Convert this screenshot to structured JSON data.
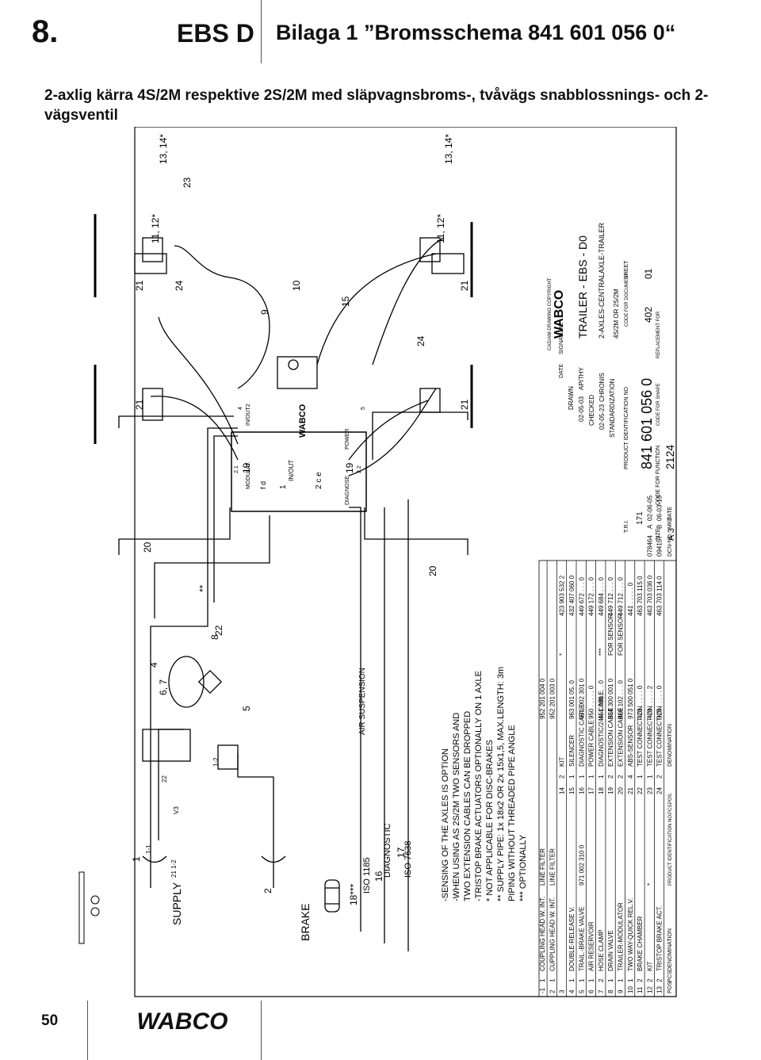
{
  "header": {
    "chapter": "8.",
    "section": "EBS D",
    "title": "Bilaga 1 ”Bromsschema 841 601 056 0“"
  },
  "subtitle": "2-axlig kärra 4S/2M respektive 2S/2M med släpvagnsbroms-, tvåvägs snabblossnings- och 2-vägsventil",
  "drawing": {
    "brand": "WABCO",
    "port_labels": {
      "supply": "SUPPLY",
      "brake": "BRAKE",
      "n1": "1",
      "n2": "2",
      "iso1185": "ISO 1185",
      "diagnostic": "DIAGNOSTIC",
      "iso7638": "ISO 7638",
      "air_suspension": "AIR SUSPENSION",
      "n4": "4",
      "n6_7": "6, 7",
      "n8": "8",
      "n22": "22",
      "n5": "5",
      "n18": "18***",
      "n16": "16",
      "n17": "17",
      "n20a": "20",
      "n20b": "20",
      "n19a": "19",
      "n19b": "19",
      "n9": "9",
      "n10": "10",
      "n15": "15",
      "n24a": "24",
      "n24b": "24",
      "n21a": "21",
      "n21b": "21",
      "n21c": "21",
      "n21d": "21",
      "n11_12a": "11, 12*",
      "n11_12b": "11, 12*",
      "n13_14a": "13, 14*",
      "n13_14b": "13, 14*",
      "n23": "23",
      "stars": "**",
      "v11": "1-1",
      "v21": "21 1-2",
      "v22": "22",
      "v3": "V3",
      "v12": "1-2",
      "m_inout2": "IN/OUT2",
      "m_modulat": "MODULAT.",
      "m_diag": "DIAGNOSE",
      "m_power": "POWER",
      "m_inout": "IN/OUT",
      "m_fd": "f d",
      "m_1": "1",
      "m_2ce": "2  c e",
      "m_21": "2.1",
      "m_22": "2.2",
      "m_4": "4",
      "m_5": "5"
    },
    "notes": [
      "-SENSING OF THE AXLES IS OPTION",
      "-WHEN USING AS 2S/2M TWO SENSORS AND",
      "  TWO EXTENSION CABLES CAN BE DROPPED",
      "-TRISTOP BRAKE ACTUATORS OPTIONALLY ON 1 AXLE",
      "*  NOT APPLICABLE FOR DISC-BRAKES",
      "** SUPPLY PIPE: 1x 18x2 OR 2x 15x1,5, MAX.LENGTH: 3m",
      "                PIPING WITHOUT THREADED PIPE ANGLE",
      "*** OPTIONALLY"
    ],
    "parts_header": {
      "pos": "POS.",
      "qty": "PCS.",
      "denom": "DENOMINATION",
      "pid": "PRODUCT IDENTIFICATION NO.",
      "pcs2": "PCS.",
      "pos2": "POS."
    },
    "parts": [
      {
        "pos": "13",
        "qty": "2",
        "name": "TRISTOP BRAKE ACT.",
        "pid": "925 . . . . . 0",
        "rem": ""
      },
      {
        "pos": "12",
        "qty": "2",
        "name": "KIT",
        "pid": "423 . . . . . 2",
        "rem": "*"
      },
      {
        "pos": "11",
        "qty": "2",
        "name": "BRAKE CHAMBER",
        "pid": "423 . . . . . 0",
        "rem": ""
      },
      {
        "pos": "10",
        "qty": "1",
        "name": "TWO WAY-QUICK REL.V.",
        "pid": "973 500 051 0",
        "rem": ""
      },
      {
        "pos": "9",
        "qty": "1",
        "name": "TRAILER-MODULATOR",
        "pid": "480 102 . . . 0",
        "rem": ""
      },
      {
        "pos": "8",
        "qty": "1",
        "name": "DRAIN VALVE",
        "pid": "934 300 001 0",
        "rem": ""
      },
      {
        "pos": "7",
        "qty": "2",
        "name": "HOSE CLAMP",
        "pid": "451 999 . . . 0",
        "rem": ""
      },
      {
        "pos": "6",
        "qty": "1",
        "name": "AIR RESERVOIR",
        "pid": "950 . . . . . 0",
        "rem": ""
      },
      {
        "pos": "5",
        "qty": "1",
        "name": "TRAIL.-BRAKE VALVE",
        "pid": "971 002 301 0",
        "rem": "971 002 310 0"
      },
      {
        "pos": "4",
        "qty": "1",
        "name": "DOUBLE-RELEASE V.",
        "pid": "963 001 05. 0",
        "rem": ""
      },
      {
        "pos": "3",
        "qty": "",
        "name": "",
        "pid": "",
        "rem": ""
      },
      {
        "pos": "2",
        "qty": "1",
        "name": "CUPPLING HEAD W. INT.",
        "pid": "952 201 003 0",
        "rem": "LINE FILTER"
      },
      {
        "pos": "-1",
        "qty": "1",
        "name": "COUPLING HEAD W. INT.",
        "pid": "952 201 004 0",
        "rem": "LINE FILTER"
      }
    ],
    "parts2": [
      {
        "pos": "24",
        "qty": "2",
        "name": "TEST CONNECTION",
        "pid": "463 703 114 0",
        "rem": ""
      },
      {
        "pos": "23",
        "qty": "1",
        "name": "TEST CONNECTION",
        "pid": "463 703 036 0",
        "rem": ""
      },
      {
        "pos": "22",
        "qty": "1",
        "name": "TEST CONNECTION",
        "pid": "463 703 115 0",
        "rem": ""
      },
      {
        "pos": "21",
        "qty": "4",
        "name": "ABS-SENSOR",
        "pid": "441 . . . . . 0",
        "rem": ""
      },
      {
        "pos": "20",
        "qty": "2",
        "name": "EXTENSION CABLE",
        "pid": "449 712 . . . 0",
        "rem": "FOR SENSOR"
      },
      {
        "pos": "19",
        "qty": "2",
        "name": "EXTENSION CABLE",
        "pid": "449 712 . . . 0",
        "rem": "FOR SENSOR"
      },
      {
        "pos": "18",
        "qty": "1",
        "name": "DIAGNOSTIC/24N-CABLE",
        "pid": "449 684 . . . 0",
        "rem": "***"
      },
      {
        "pos": "17",
        "qty": "1",
        "name": "POWER CABLE",
        "pid": "449 172 . . . 0",
        "rem": ""
      },
      {
        "pos": "16",
        "qty": "1",
        "name": "DIAGNOSTIC CABLE",
        "pid": "449 672 . . . 0",
        "rem": ""
      },
      {
        "pos": "15",
        "qty": "1",
        "name": "SILENCER",
        "pid": "432 407 060 0",
        "rem": ""
      },
      {
        "pos": "14",
        "qty": "2",
        "name": "KIT",
        "pid": "423 903 532 2",
        "rem": "*"
      }
    ],
    "revisions": [
      {
        "no": "094157",
        "mk": "B",
        "date": "06-03-13"
      },
      {
        "no": "078464",
        "mk": "A",
        "date": "02-06-05"
      }
    ],
    "rev_header": {
      "no": "DCN-NO.",
      "mk": "MKT",
      "date": "DATE"
    },
    "title_block": {
      "cad": "CAD/AM-DRAWING COPYRIGHT",
      "date_label": "DATE",
      "sig_label": "SIGNATURE",
      "drawn": "DRAWN",
      "drawn_date": "02-05-03",
      "drawn_sig": "APITHY",
      "checked": "CHECKED",
      "checked_date": "02-05-23",
      "checked_sig": "CHRONIS",
      "standard": "STANDARDIZATION",
      "t1": "TRAILER - EBS - D0",
      "t2": "2-AXLES-CENTRALAXLE-TRAILER",
      "t3": "4S/2M OR 2S/2M",
      "tri": "T.R.I.",
      "tri_val": "171",
      "pin": "PRODUCT IDENTIFICATION NO",
      "pin_val": "841 601 056 0",
      "code_doc": "CODE FOR DOCUMENT",
      "code_doc_val": "402",
      "sheet": "SHEET",
      "sheet_val": "01",
      "size": "SIZE",
      "size_val": "A 3",
      "code_fn": "CODE FOR FUNCTION",
      "code_fn_val": "2124",
      "code_shape": "CODE FOR SHAPE",
      "repl": "REPLACEMENT FOR"
    }
  },
  "footer": {
    "page": "50",
    "logo": "WABCO"
  }
}
